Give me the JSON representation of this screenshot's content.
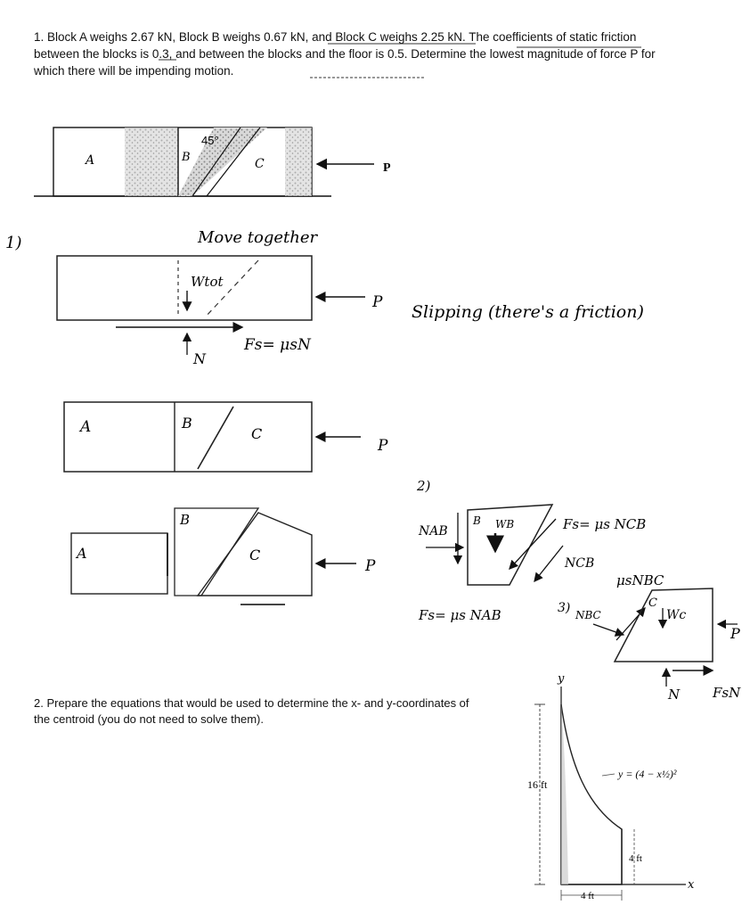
{
  "problem1": {
    "text_a": "1.  Block A weighs 2.67 kN, Block B weighs 0.67 kN, and Block C weighs 2.25 kN.  The coefficients of static friction",
    "text_b": "between the blocks is 0.3, and between the blocks and the floor is 0.5.  Determine the lowest magnitude of force P for",
    "text_c": "which there will be impending motion.",
    "figure": {
      "block_a": "A",
      "block_b": "B",
      "block_c": "C",
      "angle": "45°",
      "force": "P"
    }
  },
  "notes": {
    "step1_marker": "1)",
    "move_together": "Move together",
    "w_tot": "Wtot",
    "p1": "P",
    "slipping": "Slipping (there's a friction)",
    "fs_eq": "Fs= μsN",
    "n1": "N",
    "fbd2": {
      "a": "A",
      "b": "B",
      "c": "C",
      "p": "P"
    },
    "fbd3": {
      "b": "B",
      "a": "A",
      "c": "C",
      "p": "P"
    },
    "step2_marker": "2)",
    "nab": "NAB",
    "b_label": "B",
    "wb": "WB",
    "fs_ncb": "Fs= μs NCB",
    "ncb": "NCB",
    "fs_nab": "Fs= μs NAB",
    "step3_marker": "3)",
    "nbc": "NBC",
    "mu_nbc": "μsNBC",
    "c_label": "C",
    "wc": "Wc",
    "p3": "P",
    "n3": "N",
    "fsn": "FsN"
  },
  "problem2": {
    "text_a": "2. Prepare the equations that would be used to determine the x- and y-coordinates of",
    "text_b": "the centroid (you do not need to solve them).",
    "figure": {
      "y_axis": "y",
      "x_axis": "x",
      "height": "16 ft",
      "curve": "y = (4 − x½)²",
      "right_height": "4 ft",
      "width": "4 ft"
    }
  }
}
